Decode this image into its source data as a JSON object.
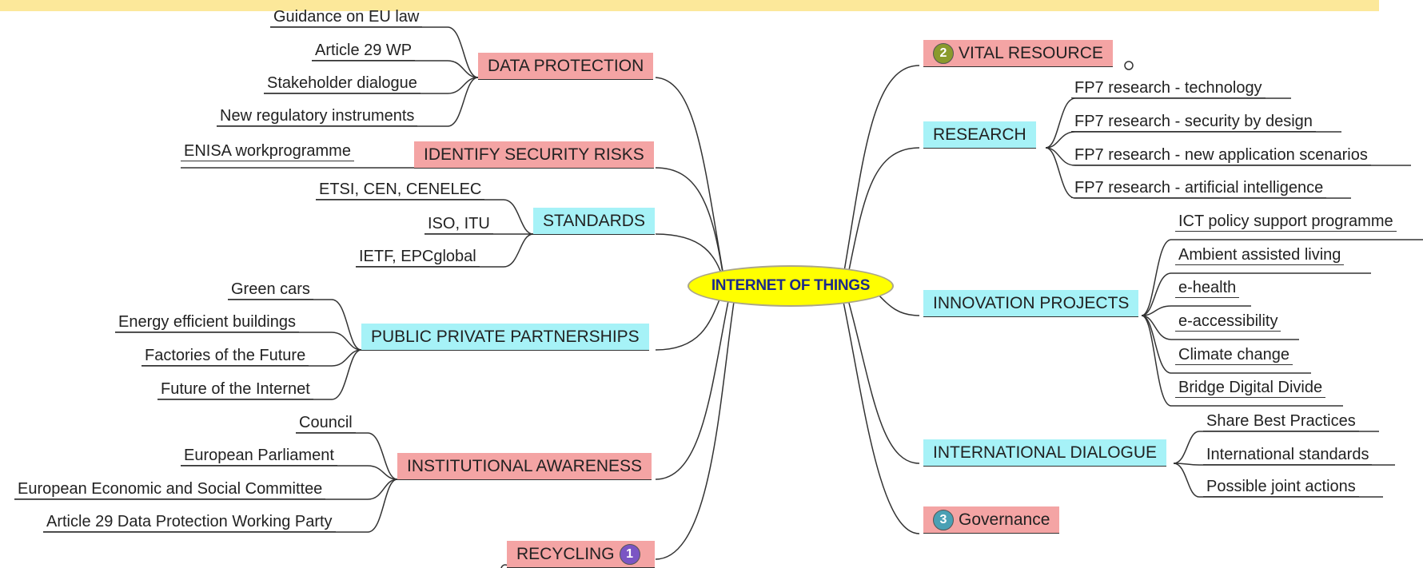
{
  "center": "INTERNET OF THINGS",
  "colors": {
    "red_topic": "#f4a4a4",
    "cyan_topic": "#a6f2f7",
    "center": "#ffff00",
    "center_text": "#1b2a8a",
    "badge_green": "#8a9a2c",
    "badge_purple": "#7b55c4",
    "badge_teal": "#4aa0b4"
  },
  "left": [
    {
      "label": "DATA PROTECTION",
      "color": "red",
      "children": [
        "Guidance on EU law",
        "Article 29 WP",
        "Stakeholder dialogue",
        "New regulatory instruments"
      ]
    },
    {
      "label": "IDENTIFY SECURITY RISKS",
      "color": "red",
      "children": [
        "ENISA workprogramme"
      ]
    },
    {
      "label": "STANDARDS",
      "color": "cyan",
      "children": [
        "ETSI, CEN, CENELEC",
        "ISO, ITU",
        "IETF, EPCglobal"
      ]
    },
    {
      "label": "PUBLIC PRIVATE PARTNERSHIPS",
      "color": "cyan",
      "children": [
        "Green cars",
        "Energy efficient buildings",
        "Factories of the Future",
        "Future of the Internet"
      ]
    },
    {
      "label": "INSTITUTIONAL AWARENESS",
      "color": "red",
      "children": [
        "Council",
        "European Parliament",
        "European Economic and Social Committee",
        "Article 29 Data Protection Working Party"
      ]
    },
    {
      "label": "RECYCLING",
      "color": "red",
      "badge": "1",
      "children": []
    }
  ],
  "right": [
    {
      "label": "VITAL RESOURCE",
      "color": "red",
      "badge": "2",
      "children": []
    },
    {
      "label": "RESEARCH",
      "color": "cyan",
      "children": [
        "FP7 research - technology",
        "FP7 research - security by design",
        "FP7 research - new application scenarios",
        "FP7 research - artificial intelligence"
      ]
    },
    {
      "label": "INNOVATION PROJECTS",
      "color": "cyan",
      "children": [
        "ICT policy support programme",
        "Ambient assisted living",
        "e-health",
        "e-accessibility",
        "Climate change",
        "Bridge Digital Divide"
      ]
    },
    {
      "label": "INTERNATIONAL DIALOGUE",
      "color": "cyan",
      "children": [
        "Share Best Practices",
        "International standards",
        "Possible joint actions"
      ]
    },
    {
      "label": "Governance",
      "color": "red",
      "badge": "3",
      "children": []
    }
  ]
}
